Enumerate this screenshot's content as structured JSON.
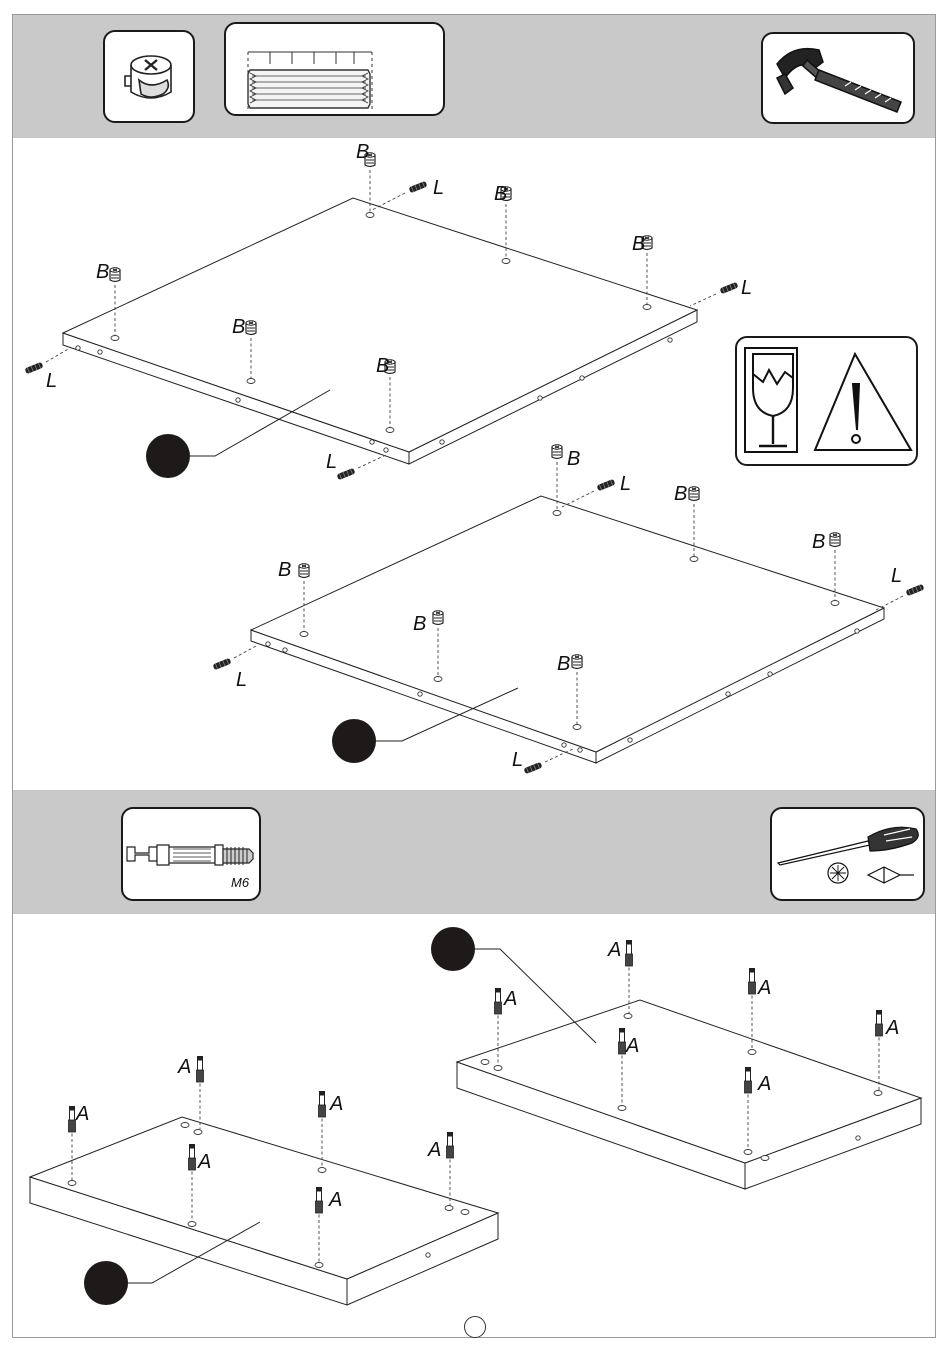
{
  "header1": {
    "tool_icons": [
      "cam-lock-icon",
      "wood-dowel-icon",
      "hammer-icon"
    ]
  },
  "header2": {
    "connector_label": "M6",
    "tool_icons": [
      "connector-bolt-icon",
      "screwdriver-icon"
    ]
  },
  "warning": {
    "icons": [
      "fragile-glass-icon",
      "caution-triangle-icon"
    ]
  },
  "labels": {
    "cam_lock": "B",
    "dowel": "L",
    "connector": "A"
  }
}
